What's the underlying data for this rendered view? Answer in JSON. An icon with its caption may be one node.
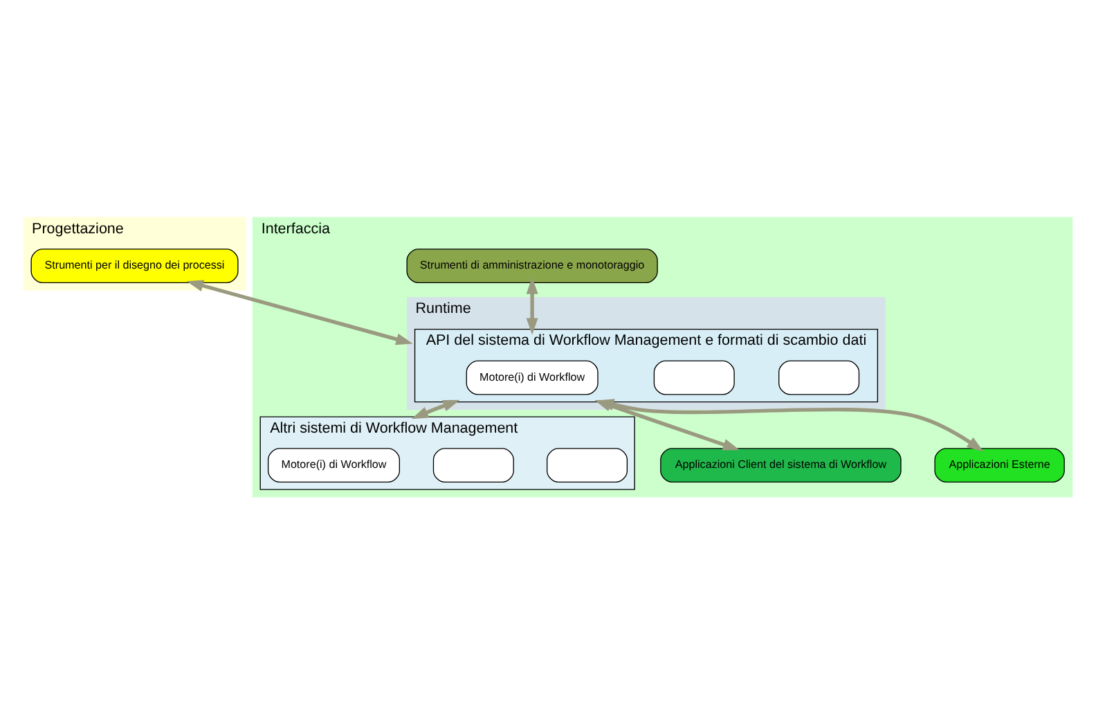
{
  "diagram": {
    "nodes": [
      {
        "text": [
          "Progettazione"
        ]
      },
      {
        "text": [
          "Strumenti per il disegno dei processi"
        ],
        "in": 0
      },
      {
        "text": [
          "Interfaccia"
        ]
      },
      {
        "text": [
          "Runtime"
        ],
        "in": 2
      },
      {
        "text": [
          "API del sistema di Workflow Management e formati di scambio dati"
        ],
        "in": 3
      },
      {
        "text": [],
        "shape": "box",
        "in": 4
      },
      {
        "text": [],
        "shape": "box",
        "in": 4
      },
      {
        "text": [
          "Motore(i) di Workflow"
        ],
        "in": 4
      },
      {
        "text": [
          "Strumenti di amministrazione e monotoraggio"
        ],
        "in": 2
      },
      {
        "text": [
          "Altri sistemi di Workflow Management"
        ],
        "in": 2
      },
      {
        "text": [],
        "shape": "box",
        "in": 9
      },
      {
        "text": [],
        "shape": "box",
        "in": 9
      },
      {
        "text": [
          "Motore(i) di Workflow"
        ],
        "in": 9
      },
      {
        "text": [
          "Applicazioni Client del sistema di Workflow"
        ],
        "in": 2
      },
      {
        "text": [
          "Applicazioni Esterne"
        ],
        "in": 2
      }
    ],
    "edges": [
      {
        "from": 1,
        "to": 3,
        "arrow": "both"
      },
      {
        "from": 8,
        "to": 4,
        "arrow": "both"
      },
      {
        "from": 4,
        "to": 9,
        "arrow": "both"
      },
      {
        "from": 4,
        "to": 13,
        "arrow": "both"
      },
      {
        "from": 4,
        "to": 14,
        "arrow": "both"
      }
    ]
  }
}
